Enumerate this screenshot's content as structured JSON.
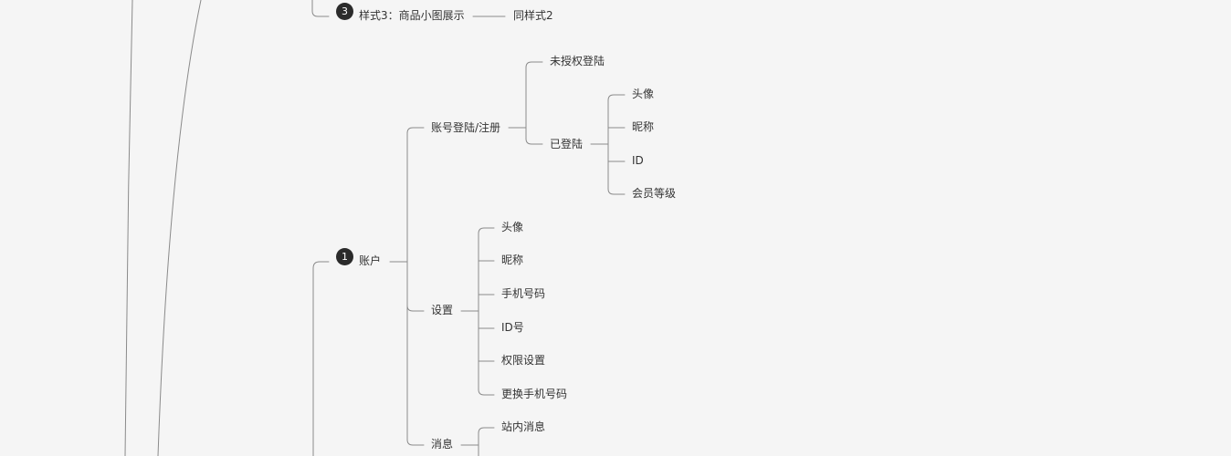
{
  "colors": {
    "background": "#f5f5f5",
    "line": "#8a8a8a",
    "text": "#333333",
    "badge": "#2b2b2b"
  },
  "nodes": {
    "style3": {
      "badge": "3",
      "label": "样式3：商品小图展示"
    },
    "same_as_style2": "同样式2",
    "account": {
      "badge": "1",
      "label": "账户"
    },
    "login_register": "账号登陆/注册",
    "not_authorized": "未授权登陆",
    "logged_in": "已登陆",
    "logged_avatar": "头像",
    "logged_nickname": "昵称",
    "logged_id": "ID",
    "member_level": "会员等级",
    "settings": "设置",
    "set_avatar": "头像",
    "set_nickname": "昵称",
    "set_phone": "手机号码",
    "set_id": "ID号",
    "set_permission": "权限设置",
    "set_change_phone": "更换手机号码",
    "messages": "消息",
    "inbox": "站内消息"
  }
}
